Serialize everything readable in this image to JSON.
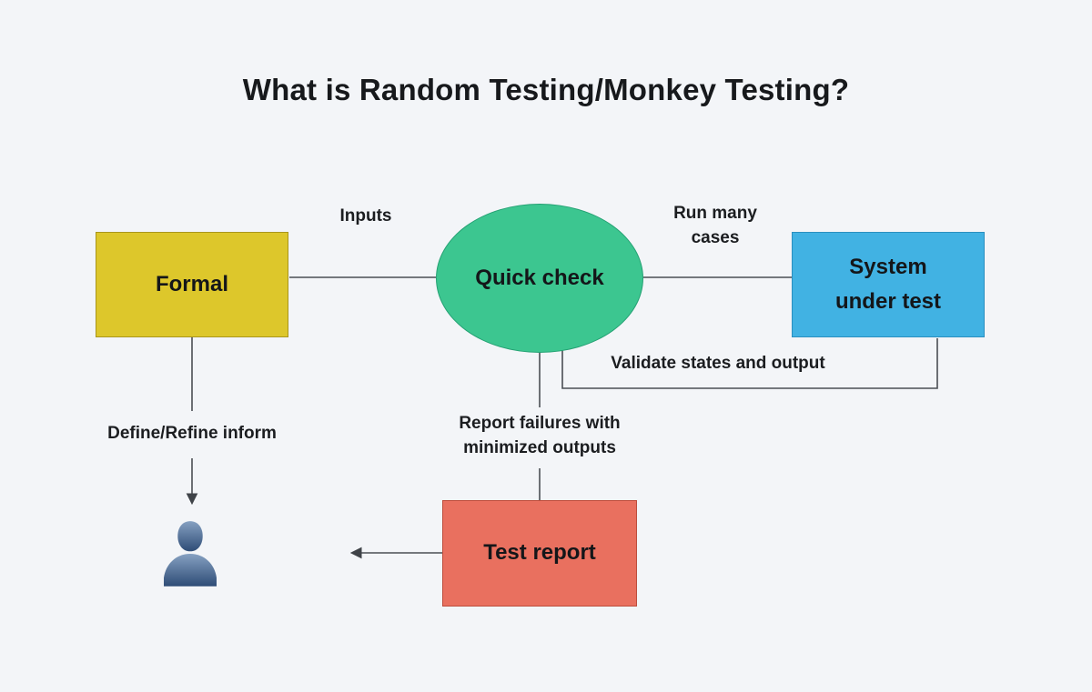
{
  "page": {
    "title": "What is Random Testing/Monkey Testing?",
    "background": "#f3f5f8"
  },
  "colors": {
    "line": "#4a4e54",
    "formal_fill": "#ddc72b",
    "quick_check_fill": "#3cc690",
    "system_under_test_fill": "#41b2e3",
    "test_report_fill": "#e9705f"
  },
  "diagram": {
    "nodes": {
      "formal": {
        "label": "Formal",
        "fill": "#ddc72b"
      },
      "quick_check": {
        "label": "Quick check",
        "fill": "#3cc690"
      },
      "system_under_test": {
        "label": "System\nunder test",
        "fill": "#41b2e3"
      },
      "test_report": {
        "label": "Test report",
        "fill": "#e9705f"
      }
    },
    "edge_labels": {
      "inputs": "Inputs",
      "run_many_cases": "Run many\ncases",
      "validate": "Validate states and output",
      "define_refine": "Define/Refine inform",
      "report_failures": "Report failures with\nminimized outputs"
    },
    "icons": {
      "user": "user-icon"
    }
  }
}
